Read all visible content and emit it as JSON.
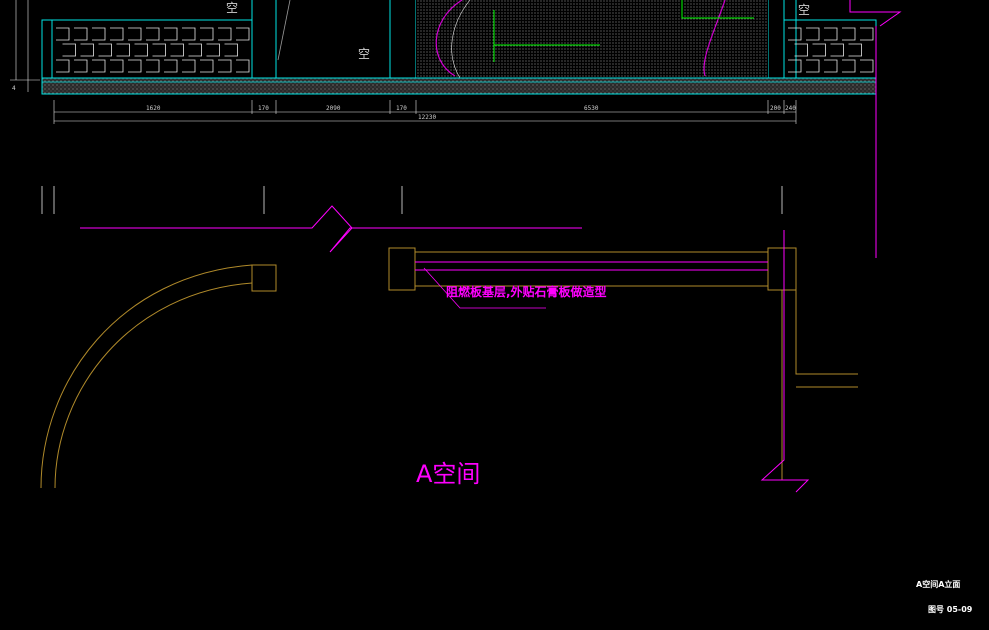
{
  "drawing": {
    "title": "A空间",
    "note": "阻燃板基层,外贴石膏板做造型",
    "elevation_label_left": "空",
    "elevation_label_mid": "空",
    "elevation_label_right": "空",
    "sheet_name": "A空间A立面",
    "sheet_number": "图号 05-09",
    "side_dimension": "4",
    "dimensions": {
      "d1": "1620",
      "d2": "170",
      "d3": "2090",
      "d4": "170",
      "d5": "6530",
      "d6": "200",
      "d7": "240",
      "total": "12230"
    }
  },
  "colors": {
    "background": "#000000",
    "cyan": "#00e5e5",
    "magenta": "#ff00ff",
    "brown": "#b08a2a",
    "white": "#e6e6e6",
    "green": "#00ff00",
    "grey": "#9a9a9a"
  }
}
